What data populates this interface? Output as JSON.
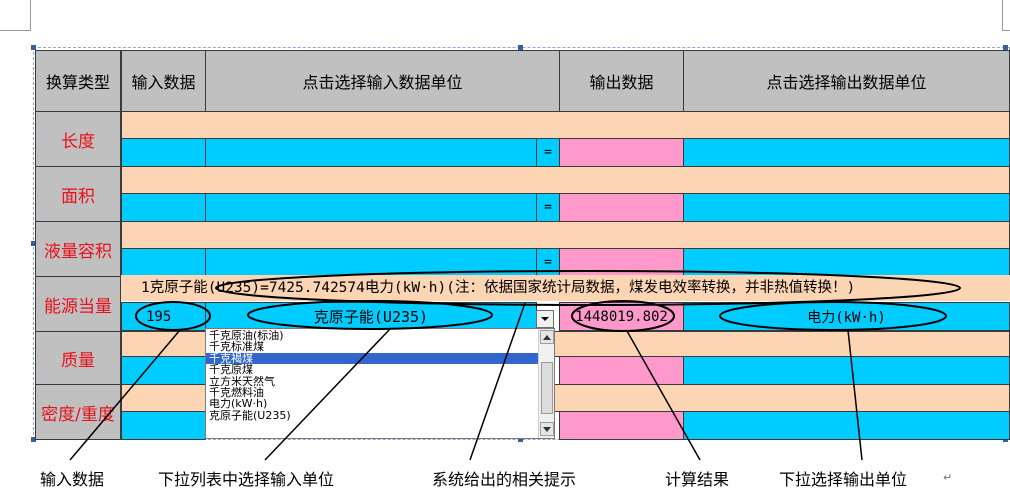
{
  "table": {
    "headers": {
      "type": "换算类型",
      "input": "输入数据",
      "input_unit": "点击选择输入数据单位",
      "output": "输出数据",
      "output_unit": "点击选择输出数据单位"
    },
    "categories": {
      "length": "长度",
      "area": "面积",
      "volume": "液量容积",
      "energy": "能源当量",
      "mass": "质量",
      "density": "密度/重度"
    },
    "equals": "="
  },
  "energy_row": {
    "hint": "1克原子能(U235)=7425.742574电力(kW·h)(注：依据国家统计局数据，煤发电效率转换，并非热值转换！)",
    "input_value": "195",
    "input_unit": "克原子能(U235)",
    "output_value": "1448019.802",
    "output_unit": "电力(kW·h)"
  },
  "dropdown": {
    "options": [
      "千克原油(标油)",
      "千克标准煤",
      "千克褐煤",
      "千克原煤",
      "立方米天然气",
      "千克燃料油",
      "电力(kW·h)",
      "克原子能(U235)"
    ],
    "selected_index": 2
  },
  "annotations": {
    "input_data": "输入数据",
    "select_input_unit": "下拉列表中选择输入单位",
    "system_hint": "系统给出的相关提示",
    "result": "计算结果",
    "select_output_unit": "下拉选择输出单位"
  },
  "colors": {
    "header_gray": "#c0c0c0",
    "peach": "#fcd5b4",
    "cyan": "#00ccff",
    "pink": "#ff99cc",
    "category_red": "#e8101a",
    "selection_blue": "#3366cc"
  }
}
